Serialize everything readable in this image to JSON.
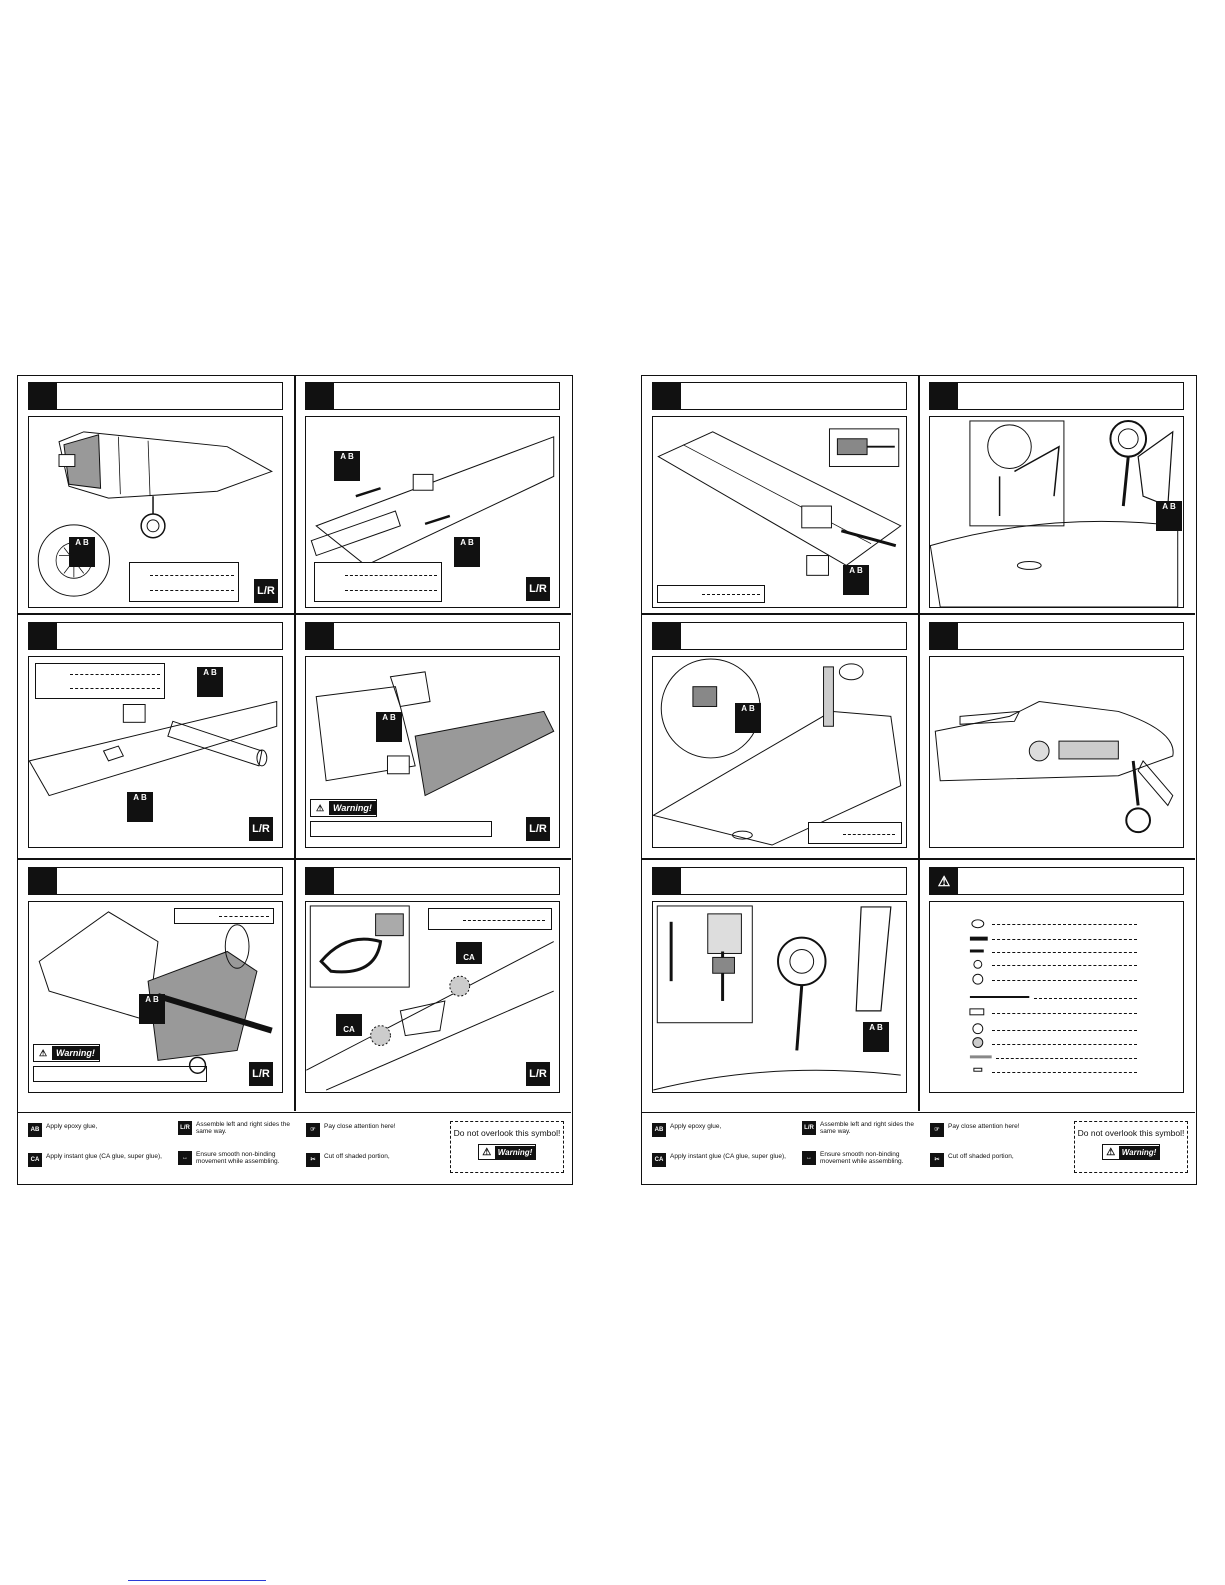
{
  "pages": [
    {
      "id": "left",
      "steps": [
        {
          "num": "",
          "lr": "L/R"
        },
        {
          "num": "",
          "lr": "L/R"
        },
        {
          "num": "",
          "lr": "L/R"
        },
        {
          "num": "",
          "lr": "L/R",
          "warning": "Warning!"
        },
        {
          "num": "",
          "lr": "L/R",
          "warning": "Warning!"
        },
        {
          "num": "",
          "lr": "L/R"
        }
      ]
    },
    {
      "id": "right",
      "steps": [
        {
          "num": ""
        },
        {
          "num": ""
        },
        {
          "num": ""
        },
        {
          "num": ""
        },
        {
          "num": ""
        },
        {
          "num": ""
        }
      ]
    }
  ],
  "badges": {
    "ab": "A B",
    "ca": "CA",
    "lr": "L/R",
    "warning": "Warning!"
  },
  "legend": {
    "epoxy": "Apply epoxy glue,",
    "ca": "Apply instant glue (CA glue, super glue),",
    "lr": "Assemble left and right sides the same way.",
    "smooth": "Ensure smooth non-binding movement while assembling.",
    "attention": "Pay close attention here!",
    "cut": "Cut off shaded portion,",
    "overlook": "Do not overlook this symbol!",
    "warning": "Warning!"
  },
  "icons": {
    "epoxy": "ab-glue-icon",
    "ca": "ca-glue-icon",
    "lr": "left-right-icon",
    "smooth": "smooth-movement-icon",
    "attention": "pointing-hand-icon",
    "cut": "cut-shaded-icon",
    "warning": "warning-triangle-icon"
  }
}
